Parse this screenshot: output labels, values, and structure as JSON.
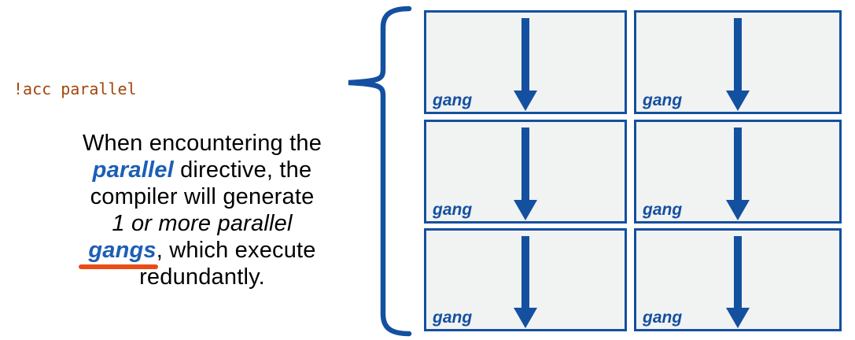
{
  "colors": {
    "shape_blue": "#1450A0",
    "text_blue": "#1C5EB5",
    "underline_orange": "#E84D17",
    "code_brown": "#A3450C",
    "box_fill": "#F1F2F2"
  },
  "code": {
    "text": "!acc parallel"
  },
  "paragraph": {
    "seg1": "When encountering the",
    "parallel": "parallel",
    "seg2": " directive, the",
    "seg3": "compiler will generate",
    "seg4": "1 or more parallel",
    "gangs": "gangs",
    "seg5": ", which execute",
    "seg6": "redundantly."
  },
  "grid": {
    "cells": [
      {
        "label": "gang"
      },
      {
        "label": "gang"
      },
      {
        "label": "gang"
      },
      {
        "label": "gang"
      },
      {
        "label": "gang"
      },
      {
        "label": "gang"
      }
    ]
  }
}
